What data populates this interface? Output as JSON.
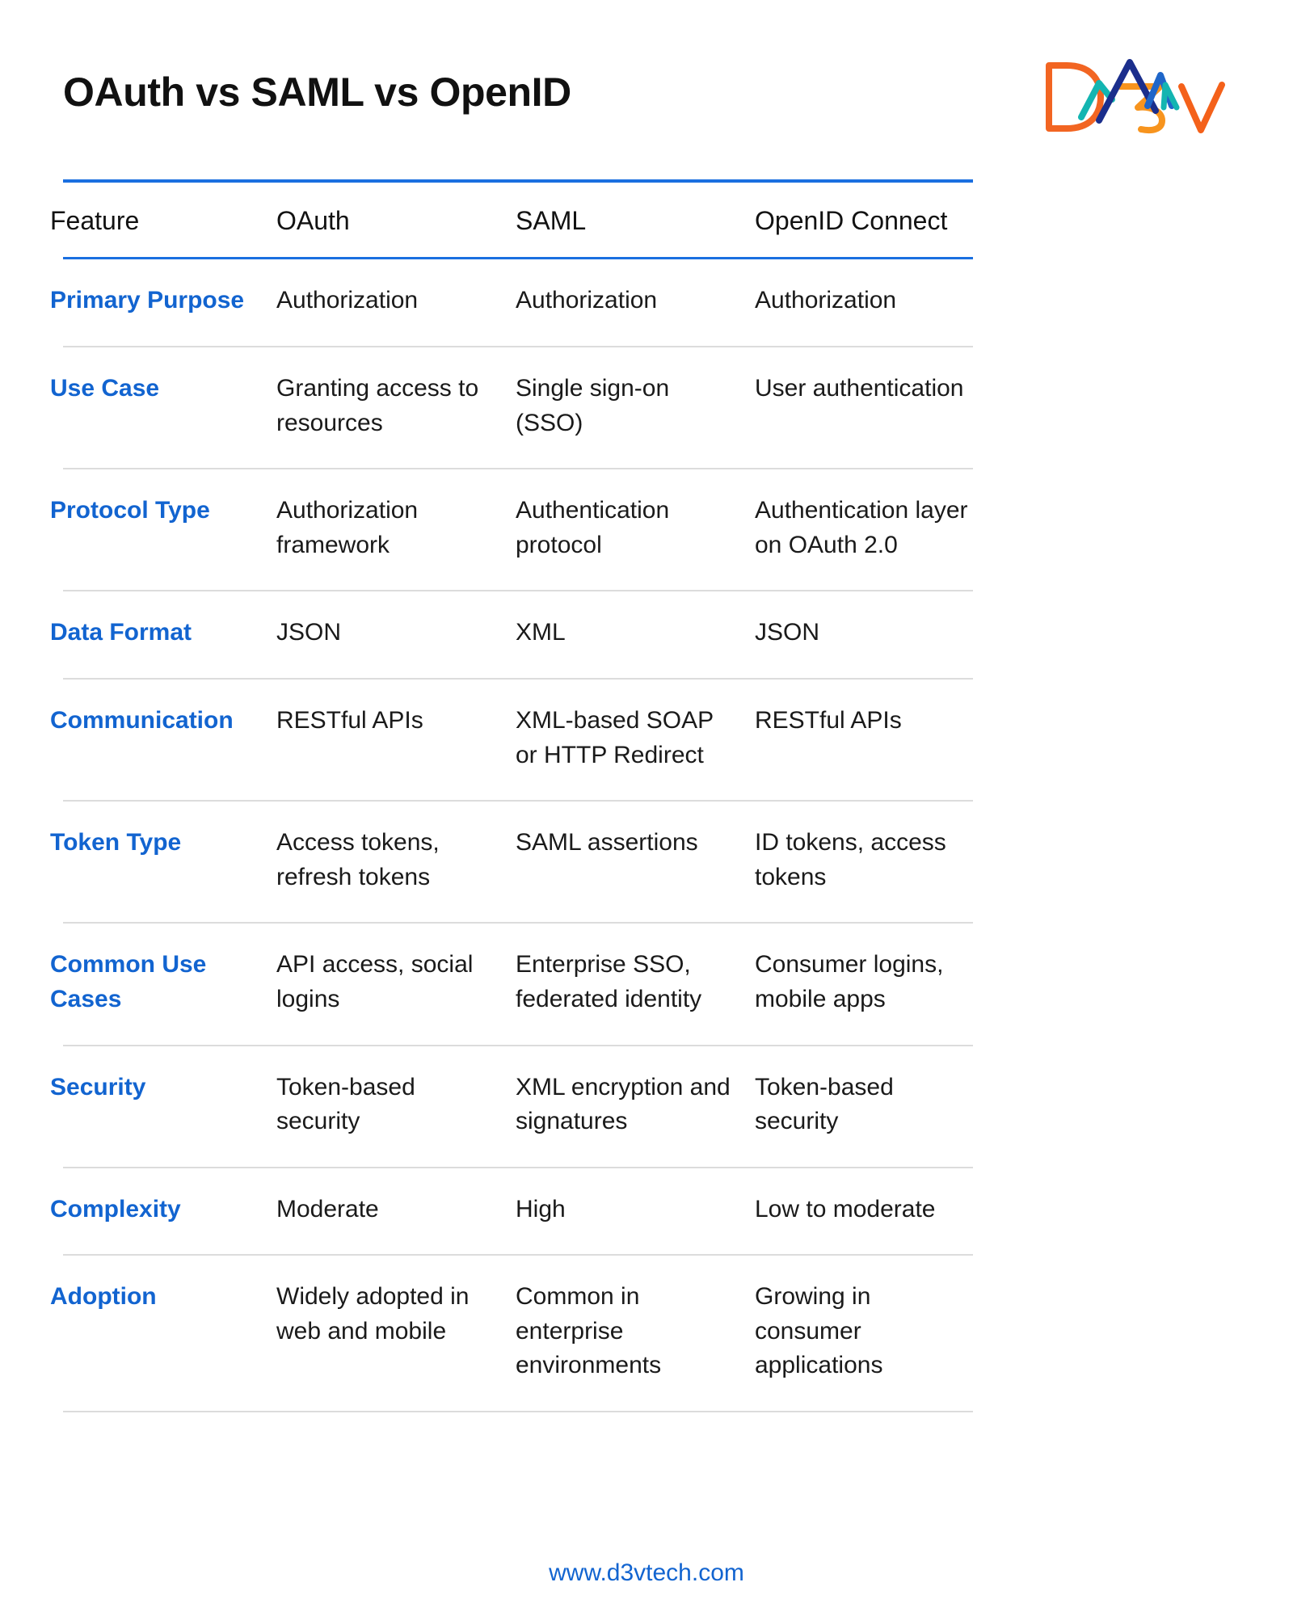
{
  "header": {
    "title": "OAuth vs SAML vs OpenID",
    "logo_alt": "D3V",
    "logo_colors": {
      "orange": "#F26522",
      "orange_light": "#F7941E",
      "blue_dark": "#1B2E8C",
      "blue": "#1F66C9",
      "teal": "#13B5B1"
    }
  },
  "theme": {
    "accent_blue": "#1264d0",
    "rule_blue": "#1a6fe0",
    "separator_gray": "#dcdcdc",
    "text": "#1a1a1a",
    "background": "#ffffff"
  },
  "table": {
    "columns": [
      "Feature",
      "OAuth",
      "SAML",
      "OpenID Connect"
    ],
    "rows": [
      {
        "feature": "Primary Purpose",
        "oauth": "Authorization",
        "saml": "Authorization",
        "openid": "Authorization"
      },
      {
        "feature": "Use Case",
        "oauth": "Granting access to resources",
        "saml": "Single sign-on (SSO)",
        "openid": "User authentication"
      },
      {
        "feature": "Protocol Type",
        "oauth": "Authorization framework",
        "saml": "Authentication protocol",
        "openid": "Authentication layer on OAuth 2.0"
      },
      {
        "feature": "Data Format",
        "oauth": "JSON",
        "saml": "XML",
        "openid": "JSON"
      },
      {
        "feature": "Communication",
        "oauth": "RESTful APIs",
        "saml": "XML-based SOAP or HTTP Redirect",
        "openid": "RESTful APIs"
      },
      {
        "feature": "Token Type",
        "oauth": "Access tokens, refresh tokens",
        "saml": "SAML assertions",
        "openid": "ID tokens, access tokens"
      },
      {
        "feature": "Common Use Cases",
        "oauth": "API access, social logins",
        "saml": "Enterprise SSO, federated identity",
        "openid": "Consumer logins, mobile apps"
      },
      {
        "feature": "Security",
        "oauth": "Token-based security",
        "saml": "XML encryption and signatures",
        "openid": "Token-based security"
      },
      {
        "feature": "Complexity",
        "oauth": "Moderate",
        "saml": "High",
        "openid": "Low to moderate"
      },
      {
        "feature": "Adoption",
        "oauth": "Widely adopted in web and mobile",
        "saml": "Common in enterprise environments",
        "openid": "Growing in consumer applications"
      }
    ]
  },
  "footer": {
    "link_text": "www.d3vtech.com"
  }
}
